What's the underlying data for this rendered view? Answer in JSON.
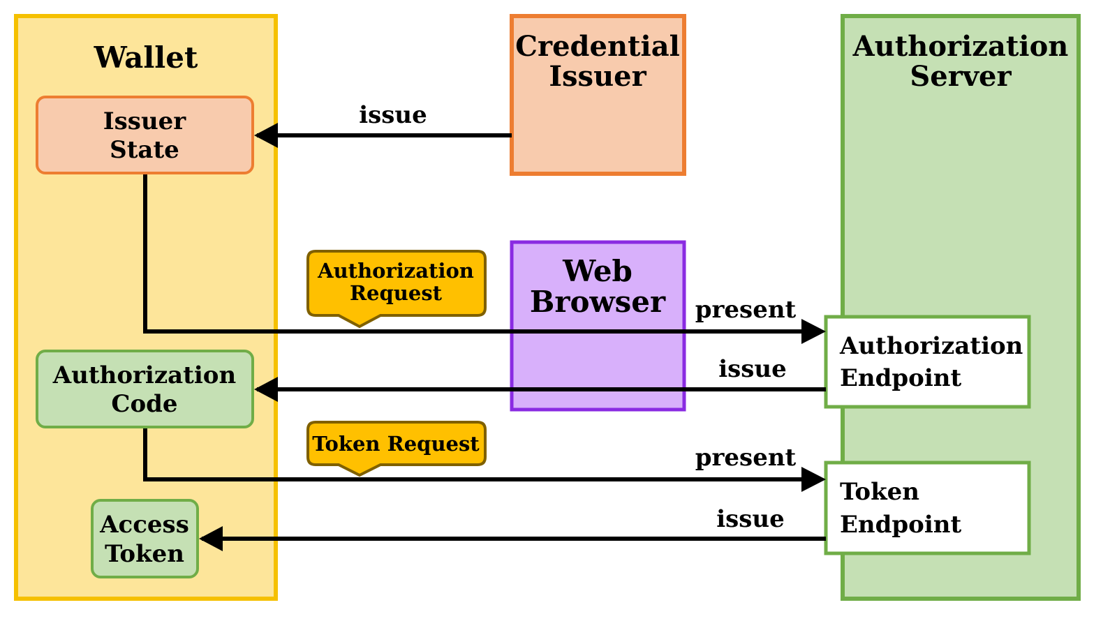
{
  "containers": {
    "wallet": {
      "title": "Wallet",
      "fill": "#fde59a",
      "stroke": "#f5c000"
    },
    "credential_issuer": {
      "title_line1": "Credential",
      "title_line2": "Issuer",
      "fill": "#f8cbad",
      "stroke": "#ed7d31"
    },
    "web_browser": {
      "title_line1": "Web",
      "title_line2": "Browser",
      "fill": "#d8b0fb",
      "stroke": "#8a2be2"
    },
    "authorization_server": {
      "title_line1": "Authorization",
      "title_line2": "Server",
      "fill": "#c5e0b4",
      "stroke": "#70ad47"
    }
  },
  "wallet_items": {
    "issuer_state": {
      "line1": "Issuer",
      "line2": "State",
      "fill": "#f8cbad",
      "stroke": "#ed7d31"
    },
    "authorization_code": {
      "line1": "Authorization",
      "line2": "Code",
      "fill": "#c5e0b4",
      "stroke": "#70ad47"
    },
    "access_token": {
      "line1": "Access",
      "line2": "Token",
      "fill": "#c5e0b4",
      "stroke": "#70ad47"
    }
  },
  "endpoints": {
    "authorization_endpoint": {
      "line1": "Authorization",
      "line2": "Endpoint"
    },
    "token_endpoint": {
      "line1": "Token",
      "line2": "Endpoint"
    }
  },
  "callouts": {
    "authorization_request": {
      "line1": "Authorization",
      "line2": "Request",
      "fill": "#ffc000",
      "stroke": "#7f6000"
    },
    "token_request": {
      "text": "Token Request",
      "fill": "#ffc000",
      "stroke": "#7f6000"
    }
  },
  "arrow_labels": {
    "issue_credential": "issue",
    "present_authorization": "present",
    "issue_authorization_code": "issue",
    "present_token": "present",
    "issue_access_token": "issue"
  }
}
